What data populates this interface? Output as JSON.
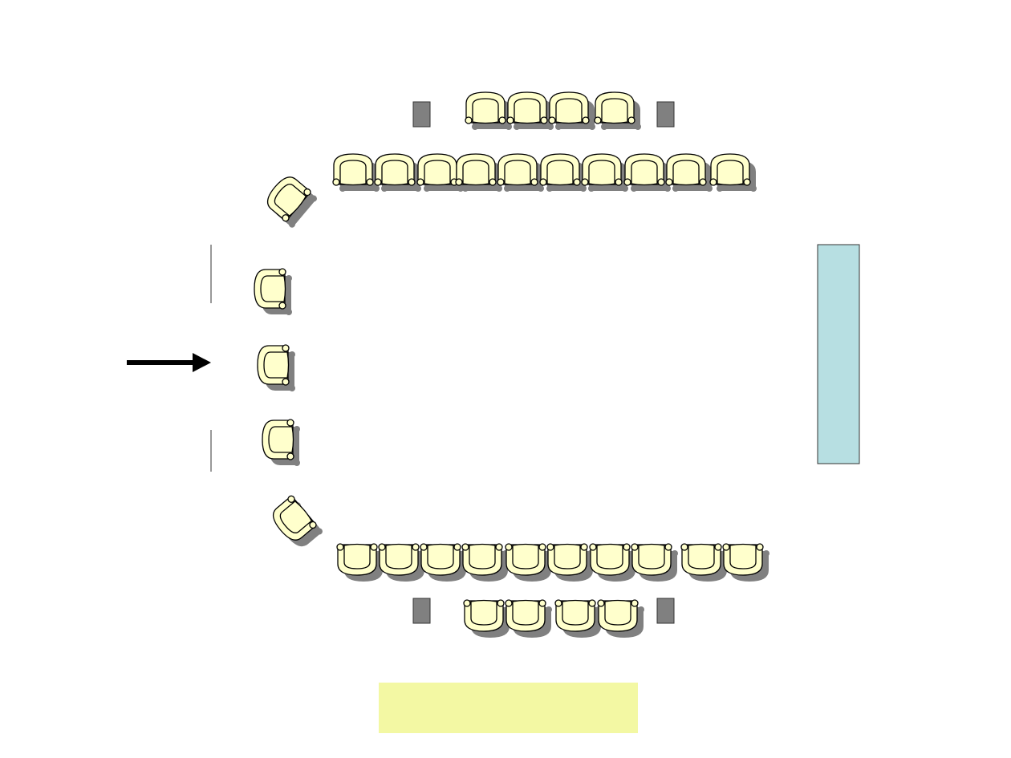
{
  "colors": {
    "chair_fill": "#FFFFCC",
    "chair_stroke": "#000000",
    "shadow": "#808080",
    "block_fill": "#808080",
    "panel_blue": "#B7DFE2",
    "panel_yellow": "#F3F8A3",
    "arrow": "#000000"
  },
  "chair_counts": {
    "top_front_row": 4,
    "top_main_row": 10,
    "left_side": 5,
    "bottom_main_row": 10,
    "bottom_front_row": 4
  },
  "icons": {
    "chair": "armchair-icon",
    "arrow": "arrow-right-icon"
  }
}
